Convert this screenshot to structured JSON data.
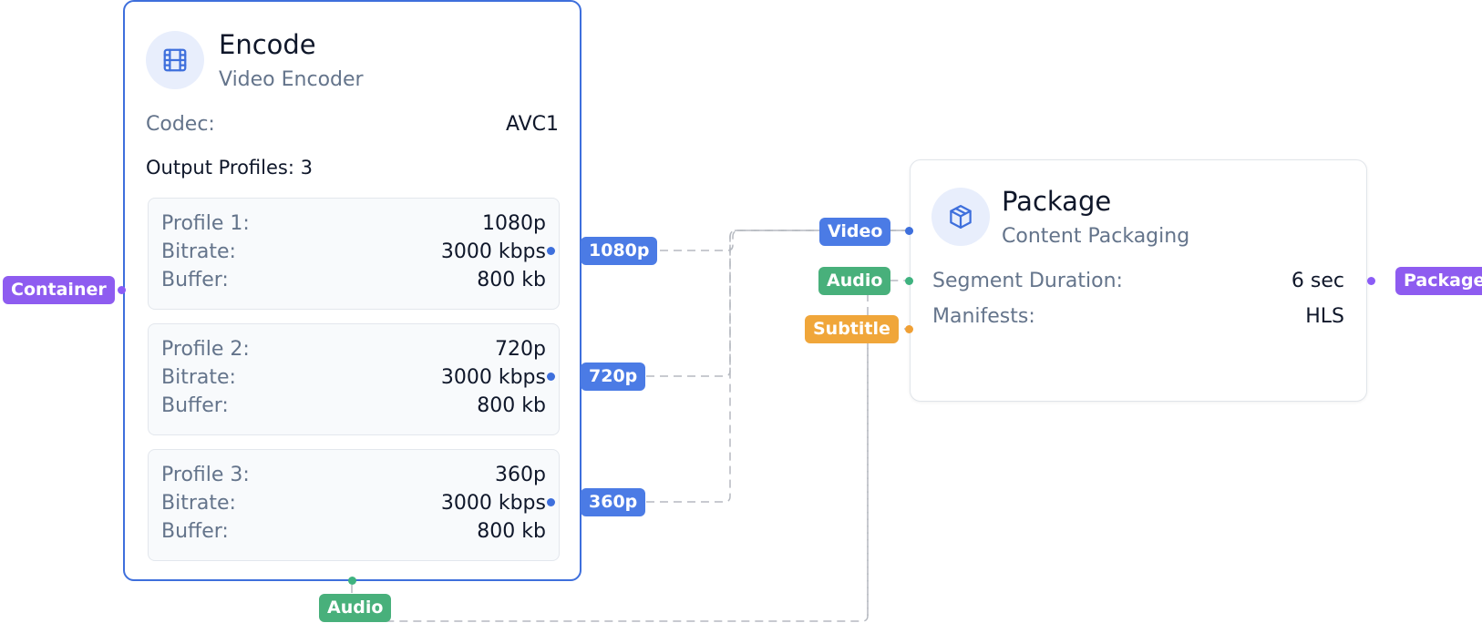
{
  "encode": {
    "title": "Encode",
    "subtitle": "Video Encoder",
    "icon": "film-icon",
    "codec_label": "Codec:",
    "codec_value": "AVC1",
    "output_profiles_label": "Output Profiles: 3",
    "profiles": [
      {
        "name_label": "Profile 1:",
        "resolution": "1080p",
        "bitrate_label": "Bitrate:",
        "bitrate": "3000 kbps",
        "buffer_label": "Buffer:",
        "buffer": "800 kb"
      },
      {
        "name_label": "Profile 2:",
        "resolution": "720p",
        "bitrate_label": "Bitrate:",
        "bitrate": "3000 kbps",
        "buffer_label": "Buffer:",
        "buffer": "800 kb"
      },
      {
        "name_label": "Profile 3:",
        "resolution": "360p",
        "bitrate_label": "Bitrate:",
        "bitrate": "3000 kbps",
        "buffer_label": "Buffer:",
        "buffer": "800 kb"
      }
    ]
  },
  "package": {
    "title": "Package",
    "subtitle": "Content Packaging",
    "icon": "box-icon",
    "segment_label": "Segment Duration:",
    "segment_value": "6 sec",
    "manifests_label": "Manifests:",
    "manifests_value": "HLS"
  },
  "badges": {
    "container": "Container",
    "out_1080p": "1080p",
    "out_720p": "720p",
    "out_360p": "360p",
    "encode_audio": "Audio",
    "in_video": "Video",
    "in_audio": "Audio",
    "in_subtitle": "Subtitle",
    "package_out": "Package"
  },
  "colors": {
    "video": "#4b7be5",
    "container": "#8e5cf0",
    "audio": "#48b07b",
    "subtitle": "#f0a63a",
    "edge": "#b5b9c0"
  }
}
